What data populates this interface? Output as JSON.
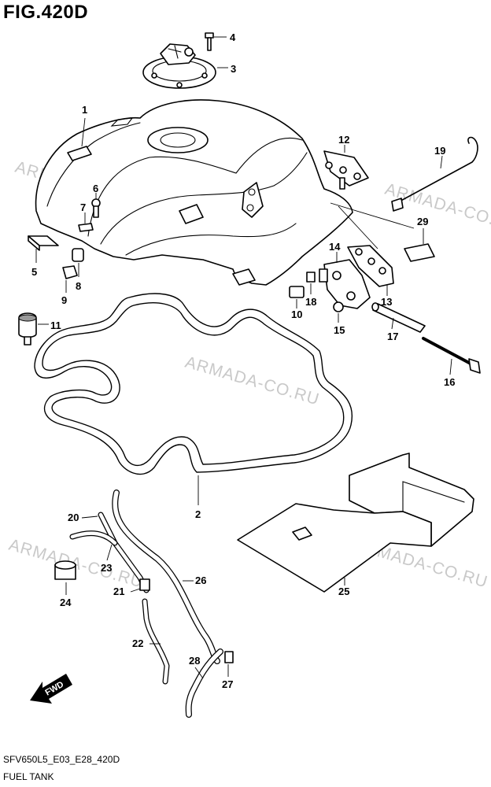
{
  "figure": {
    "title": "FIG.420D",
    "code": "SFV650L5_E03_E28_420D",
    "name": "FUEL TANK"
  },
  "watermark": "ARMADA-CO.RU",
  "fwd_label": "FWD",
  "callouts": [
    "1",
    "2",
    "3",
    "4",
    "5",
    "6",
    "7",
    "8",
    "9",
    "10",
    "11",
    "12",
    "13",
    "14",
    "15",
    "16",
    "17",
    "18",
    "19",
    "20",
    "21",
    "22",
    "23",
    "24",
    "25",
    "26",
    "27",
    "28",
    "29"
  ]
}
